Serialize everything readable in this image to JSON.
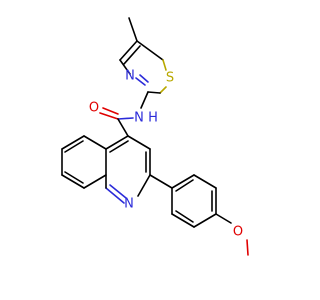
{
  "molecule": {
    "atoms": {
      "s": {
        "label": "S",
        "color": "#b8a800"
      },
      "n_thiazole": {
        "label": "N",
        "color": "#2b2bd9"
      },
      "nh_amide": {
        "label": "N",
        "sub_label": "H",
        "color": "#2b2bd9"
      },
      "o_carbonyl": {
        "label": "O",
        "color": "#e00000"
      },
      "n_quinoline": {
        "label": "N",
        "color": "#2b2bd9"
      },
      "o_methoxy": {
        "label": "O",
        "color": "#e00000"
      }
    }
  }
}
